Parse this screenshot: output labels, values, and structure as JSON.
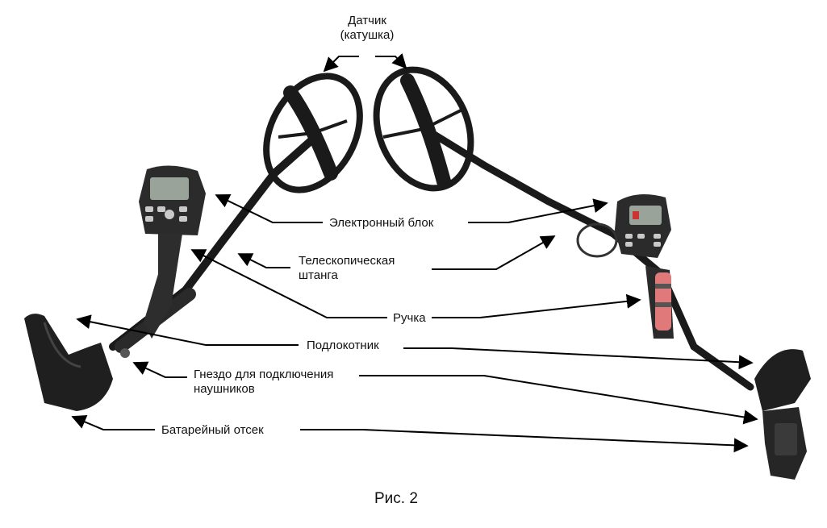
{
  "labels": {
    "sensor_line1": "Датчик",
    "sensor_line2": "(катушка)",
    "electronic_unit": "Электронный блок",
    "telescopic_line1": "Телескопическая",
    "telescopic_line2": "штанга",
    "handle": "Ручка",
    "armrest": "Подлокотник",
    "headphone_line1": "Гнездо для подключения",
    "headphone_line2": "наушников",
    "battery": "Батарейный отсек"
  },
  "caption": "Рис. 2",
  "colors": {
    "device_body": "#1a1a1a",
    "handle_grip": "#e07a7a",
    "arrow": "#000000"
  }
}
